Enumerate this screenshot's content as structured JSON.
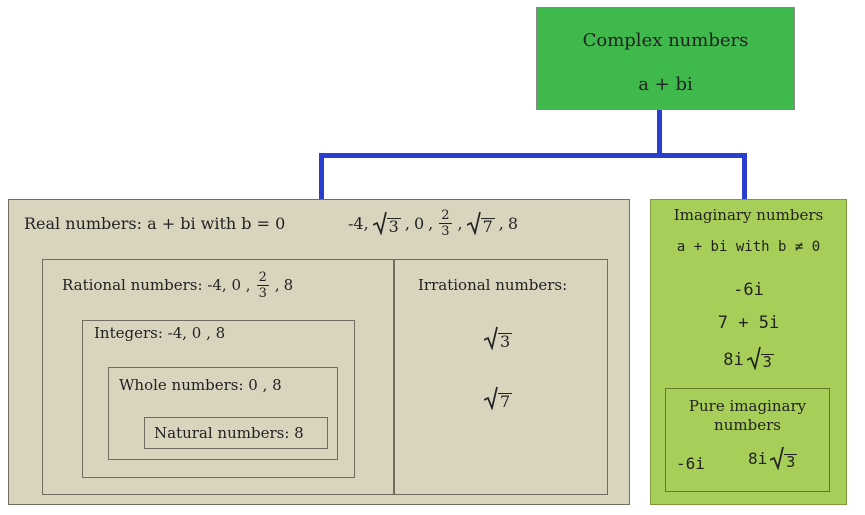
{
  "complex": {
    "title": "Complex numbers",
    "form": "a + bi"
  },
  "real": {
    "label": "Real numbers: a + bi with b = 0",
    "examples": {
      "a": "-4,",
      "sqrt3": "3",
      "zero": "0",
      "frac_num": "2",
      "frac_den": "3",
      "sqrt7": "7",
      "eight": "8"
    }
  },
  "rational": {
    "label": "Rational numbers: -4, 0 ,",
    "frac_num": "2",
    "frac_den": "3",
    "eight": "8"
  },
  "integers": {
    "label": "Integers: -4, 0 , 8"
  },
  "whole": {
    "label": "Whole numbers: 0 , 8"
  },
  "natural": {
    "label": "Natural numbers: 8"
  },
  "irrational": {
    "label": "Irrational numbers:",
    "sqrt3": "3",
    "sqrt7": "7"
  },
  "imaginary": {
    "label": "Imaginary numbers",
    "form": "a + bi with b ≠ 0",
    "ex1": "-6i",
    "ex2": "7 + 5i",
    "ex3_coef": "8i",
    "ex3_rad": "3"
  },
  "pure": {
    "label_line1": "Pure imaginary",
    "label_line2": "numbers",
    "ex1": "-6i",
    "ex2_coef": "8i",
    "ex2_rad": "3"
  },
  "colors": {
    "complex_fill": "#3fb84c",
    "real_fill": "#d9d4bd",
    "imaginary_fill": "#a7ce58",
    "connector": "#2a3fcf"
  }
}
